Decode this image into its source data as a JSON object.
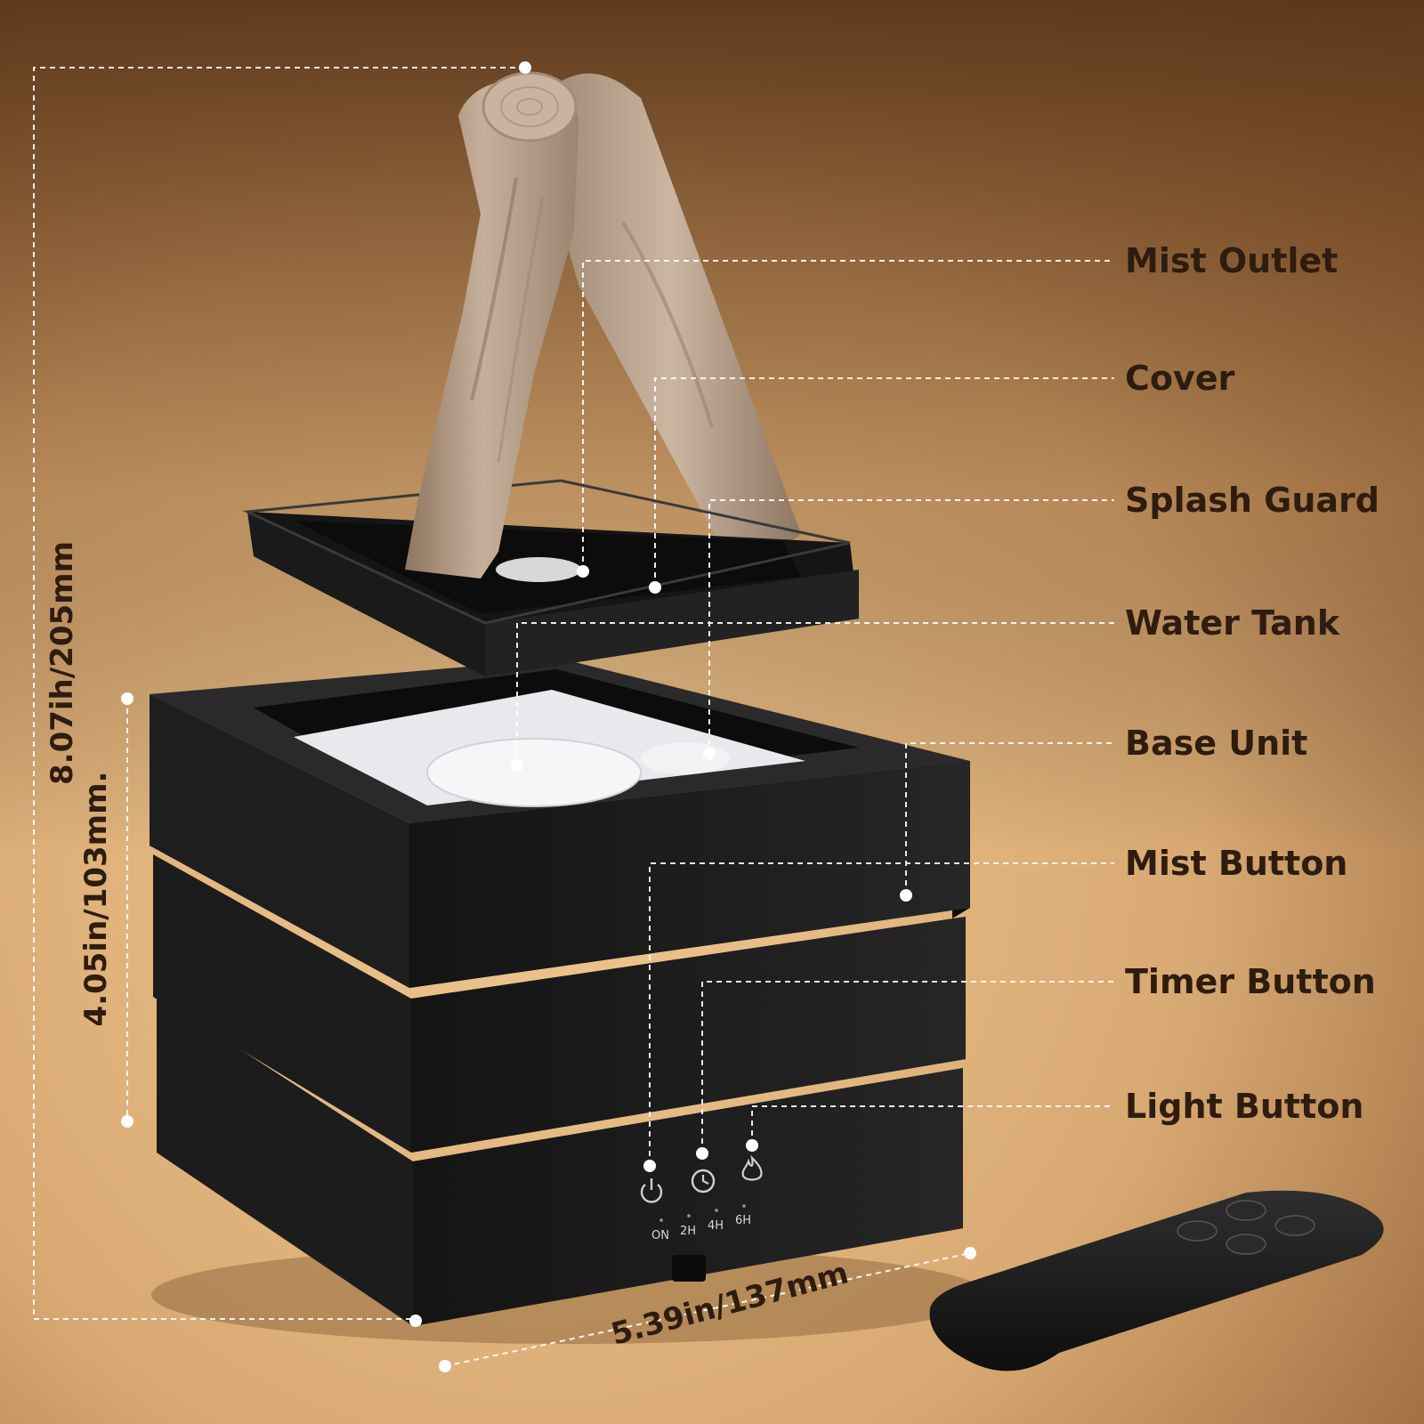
{
  "labels": {
    "mist_outlet": "Mist Outlet",
    "cover": "Cover",
    "splash_guard": "Splash Guard",
    "water_tank": "Water Tank",
    "base_unit": "Base Unit",
    "mist_button": "Mist Button",
    "timer_button": "Timer Button",
    "light_button": "Light Button"
  },
  "dimensions": {
    "total_height": "8.07ih/205mm",
    "base_height": "4.05in/103mm.",
    "width": "5.39in/137mm"
  },
  "timer_indicators": [
    "ON",
    "2H",
    "4H",
    "6H"
  ],
  "icons": {
    "power": "power-icon",
    "timer": "clock-icon",
    "light": "flame-icon"
  },
  "colors": {
    "background_top": "#5a361a",
    "background_mid": "#b9895a",
    "background_bottom": "#e7bd87",
    "label_text": "#2e1c0f",
    "device_body": "#1b1b1b",
    "log_wood": "#b49b85",
    "leader_line": "#ffffff"
  }
}
